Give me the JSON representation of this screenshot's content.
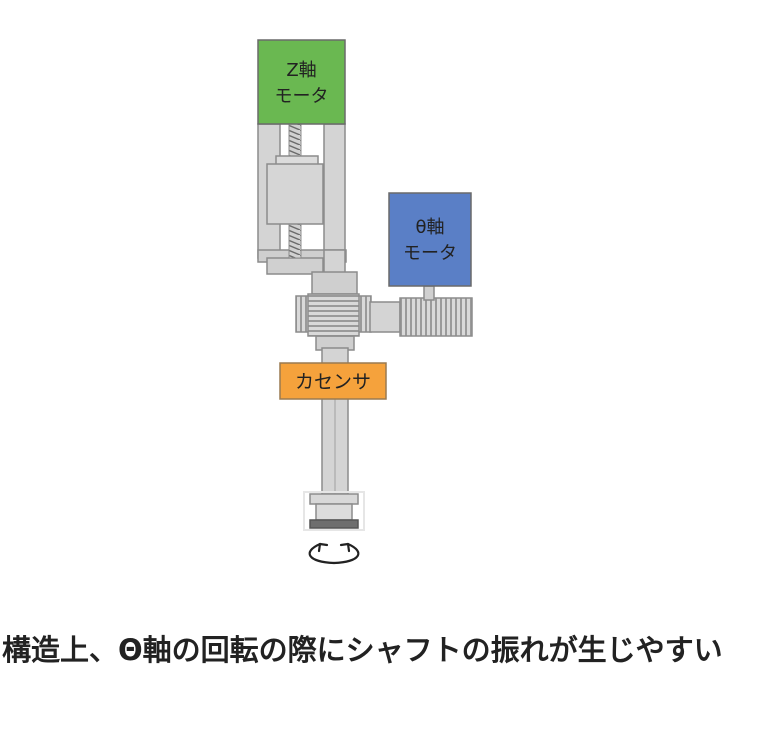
{
  "diagram": {
    "z_motor": {
      "line1": "Z軸",
      "line2": "モータ",
      "color": "#6ab851"
    },
    "theta_motor": {
      "line1": "θ軸",
      "line2": "モータ",
      "color": "#5a7fc6"
    },
    "force_sensor": {
      "label": "カセンサ",
      "color": "#f5a23c"
    },
    "rotation_arrow_icon": "rotation-arrows-icon"
  },
  "caption": "構造上、Θ軸の回転の際にシャフトの振れが生じやすい"
}
